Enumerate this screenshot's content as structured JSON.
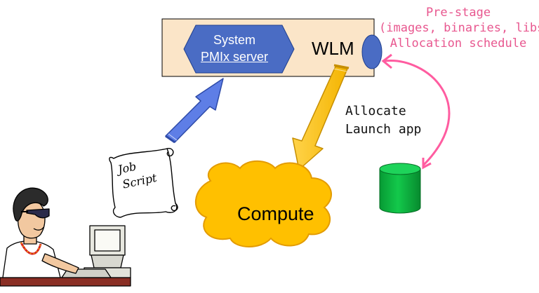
{
  "wlm_panel": {
    "server_line1": "System",
    "server_line2": "PMIx server",
    "wlm_label": "WLM"
  },
  "wlm_actions": {
    "line1": "Allocate",
    "line2": "Launch app"
  },
  "prestage": {
    "line1": "Pre-stage",
    "line2": "(images, binaries, libs)",
    "line3": "Allocation schedule"
  },
  "job_script": {
    "line1": "Job",
    "line2": "Script"
  },
  "compute_label": "Compute",
  "colors": {
    "panel_fill": "#fbe5c8",
    "server_fill": "#4a6cc4",
    "submit_arrow": "#5e7ee6",
    "launch_arrow": "#ffc000",
    "cloud": "#ffc000",
    "database": "#0bab3b",
    "connector": "#ff5ca0",
    "prestage_text": "#e8578f"
  },
  "icons": [
    "user-at-computer-icon",
    "job-script-scroll-icon",
    "database-icon",
    "disk-connector-icon"
  ]
}
